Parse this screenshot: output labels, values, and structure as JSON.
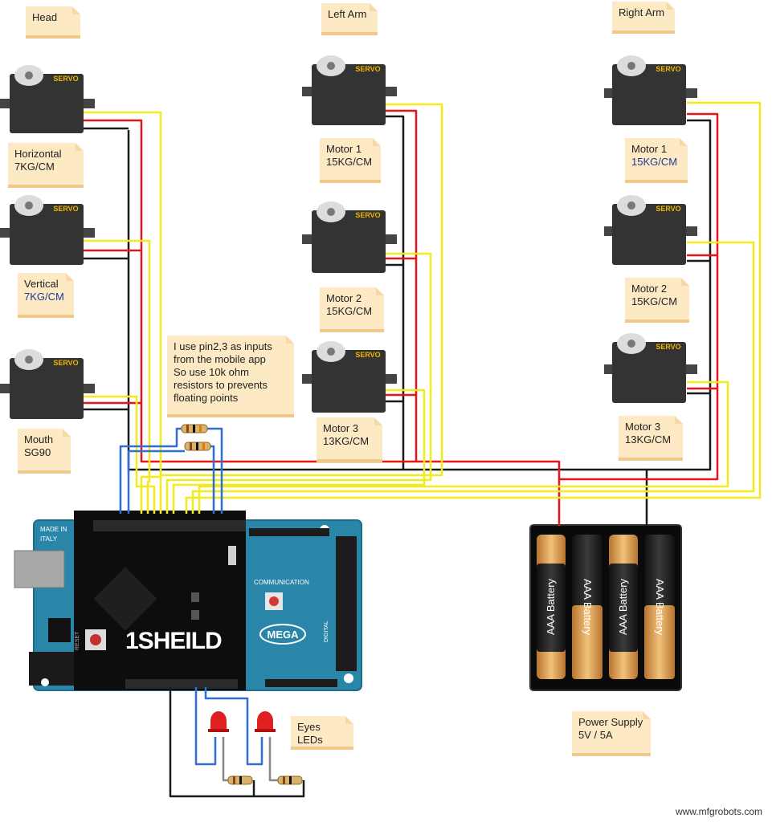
{
  "labels": {
    "head": "Head",
    "left_arm": "Left Arm",
    "right_arm": "Right Arm",
    "horizontal": [
      "Horizontal",
      "7KG/CM"
    ],
    "vertical": [
      "Vertical",
      "7KG/CM"
    ],
    "mouth": [
      "Mouth",
      "SG90"
    ],
    "la_motor1": [
      "Motor 1",
      "15KG/CM"
    ],
    "la_motor2": [
      "Motor 2",
      "15KG/CM"
    ],
    "la_motor3": [
      "Motor 3",
      "13KG/CM"
    ],
    "ra_motor1": [
      "Motor 1",
      "15KG/CM"
    ],
    "ra_motor2": [
      "Motor 2",
      "15KG/CM"
    ],
    "ra_motor3": [
      "Motor 3",
      "13KG/CM"
    ],
    "pins_note": [
      "I use pin2,3 as inputs",
      "from the mobile app",
      "So use 10k ohm",
      "resistors to prevents",
      "floating points"
    ],
    "eyes": "Eyes LEDs",
    "power": [
      "Power Supply",
      "5V / 5A"
    ]
  },
  "servo_text": "SERVO",
  "board": {
    "shield_brand": "1SHEILD",
    "mega_label": "MEGA",
    "made_in": [
      "MADE IN",
      "ITALY"
    ],
    "communication": "COMMUNICATION",
    "digital": "DIGITAL",
    "reset": "RESET"
  },
  "battery_text": "AAA Battery",
  "watermark": "www.mfgrobots.com",
  "colors": {
    "wire_red": "#e8141b",
    "wire_black": "#1a1a1a",
    "wire_yellow": "#f4ea1a",
    "wire_blue": "#2f6fd6",
    "servo_body": "#333333",
    "servo_label": "#f0b400",
    "note_bg": "#fde9c4",
    "arduino_blue": "#2a86a8",
    "shield_black": "#0d0d0d",
    "battery_gold": "#d89a4e"
  }
}
